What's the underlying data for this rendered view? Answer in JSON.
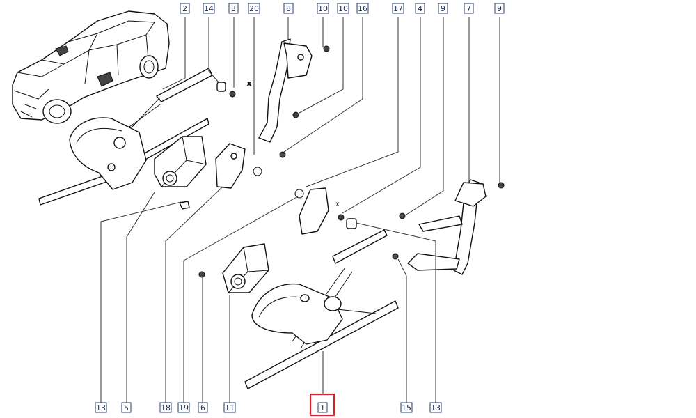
{
  "callouts_top": [
    "2",
    "14",
    "3",
    "20",
    "8",
    "10",
    "10",
    "16",
    "17",
    "4",
    "9",
    "7",
    "9"
  ],
  "callouts_bottom": [
    "13",
    "5",
    "18",
    "19",
    "6",
    "11",
    "1",
    "15",
    "13"
  ],
  "axis_marks": [
    "x",
    "x"
  ],
  "highlight": {
    "label": "1",
    "color": "#d8222a"
  }
}
